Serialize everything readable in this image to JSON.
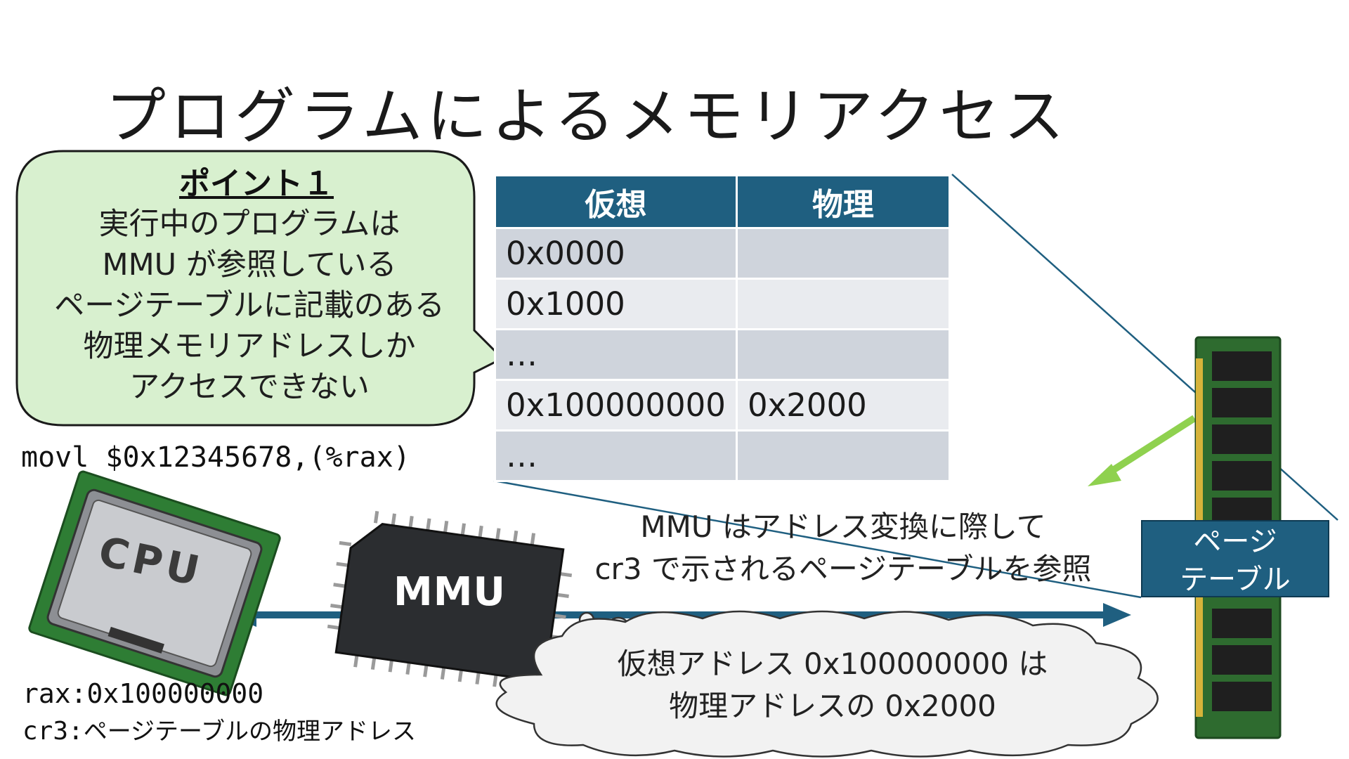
{
  "title": "プログラムによるメモリアクセス",
  "point": {
    "heading": "ポイント１",
    "lines": [
      "実行中のプログラムは",
      "MMU が参照している",
      "ページテーブルに記載のある",
      "物理メモリアドレスしか",
      "アクセスできない"
    ]
  },
  "page_table": {
    "headers": [
      "仮想",
      "物理"
    ],
    "rows": [
      [
        "0x0000",
        ""
      ],
      [
        "0x1000",
        ""
      ],
      [
        "…",
        ""
      ],
      [
        "0x100000000",
        "0x2000"
      ],
      [
        "…",
        ""
      ]
    ]
  },
  "instruction": "movl $0x12345678,(%rax)",
  "registers": {
    "rax": "rax:0x100000000",
    "cr3_prefix": "cr3:",
    "cr3_desc": "ページテーブルの物理アドレス"
  },
  "cpu_label": "CPU",
  "mmu_label": "MMU",
  "mmu_caption": [
    "MMU はアドレス変換に際して",
    "cr3 で示されるページテーブルを参照"
  ],
  "page_table_label": [
    "ページ",
    "テーブル"
  ],
  "cloud": [
    "仮想アドレス 0x100000000 は",
    "物理アドレスの 0x2000"
  ],
  "colors": {
    "table_header": "#1f5f80",
    "bubble_fill": "#d8f0cf",
    "arrow": "#1f5f80",
    "green_arrow": "#8fd14f",
    "ram_board": "#2e6b2f"
  }
}
